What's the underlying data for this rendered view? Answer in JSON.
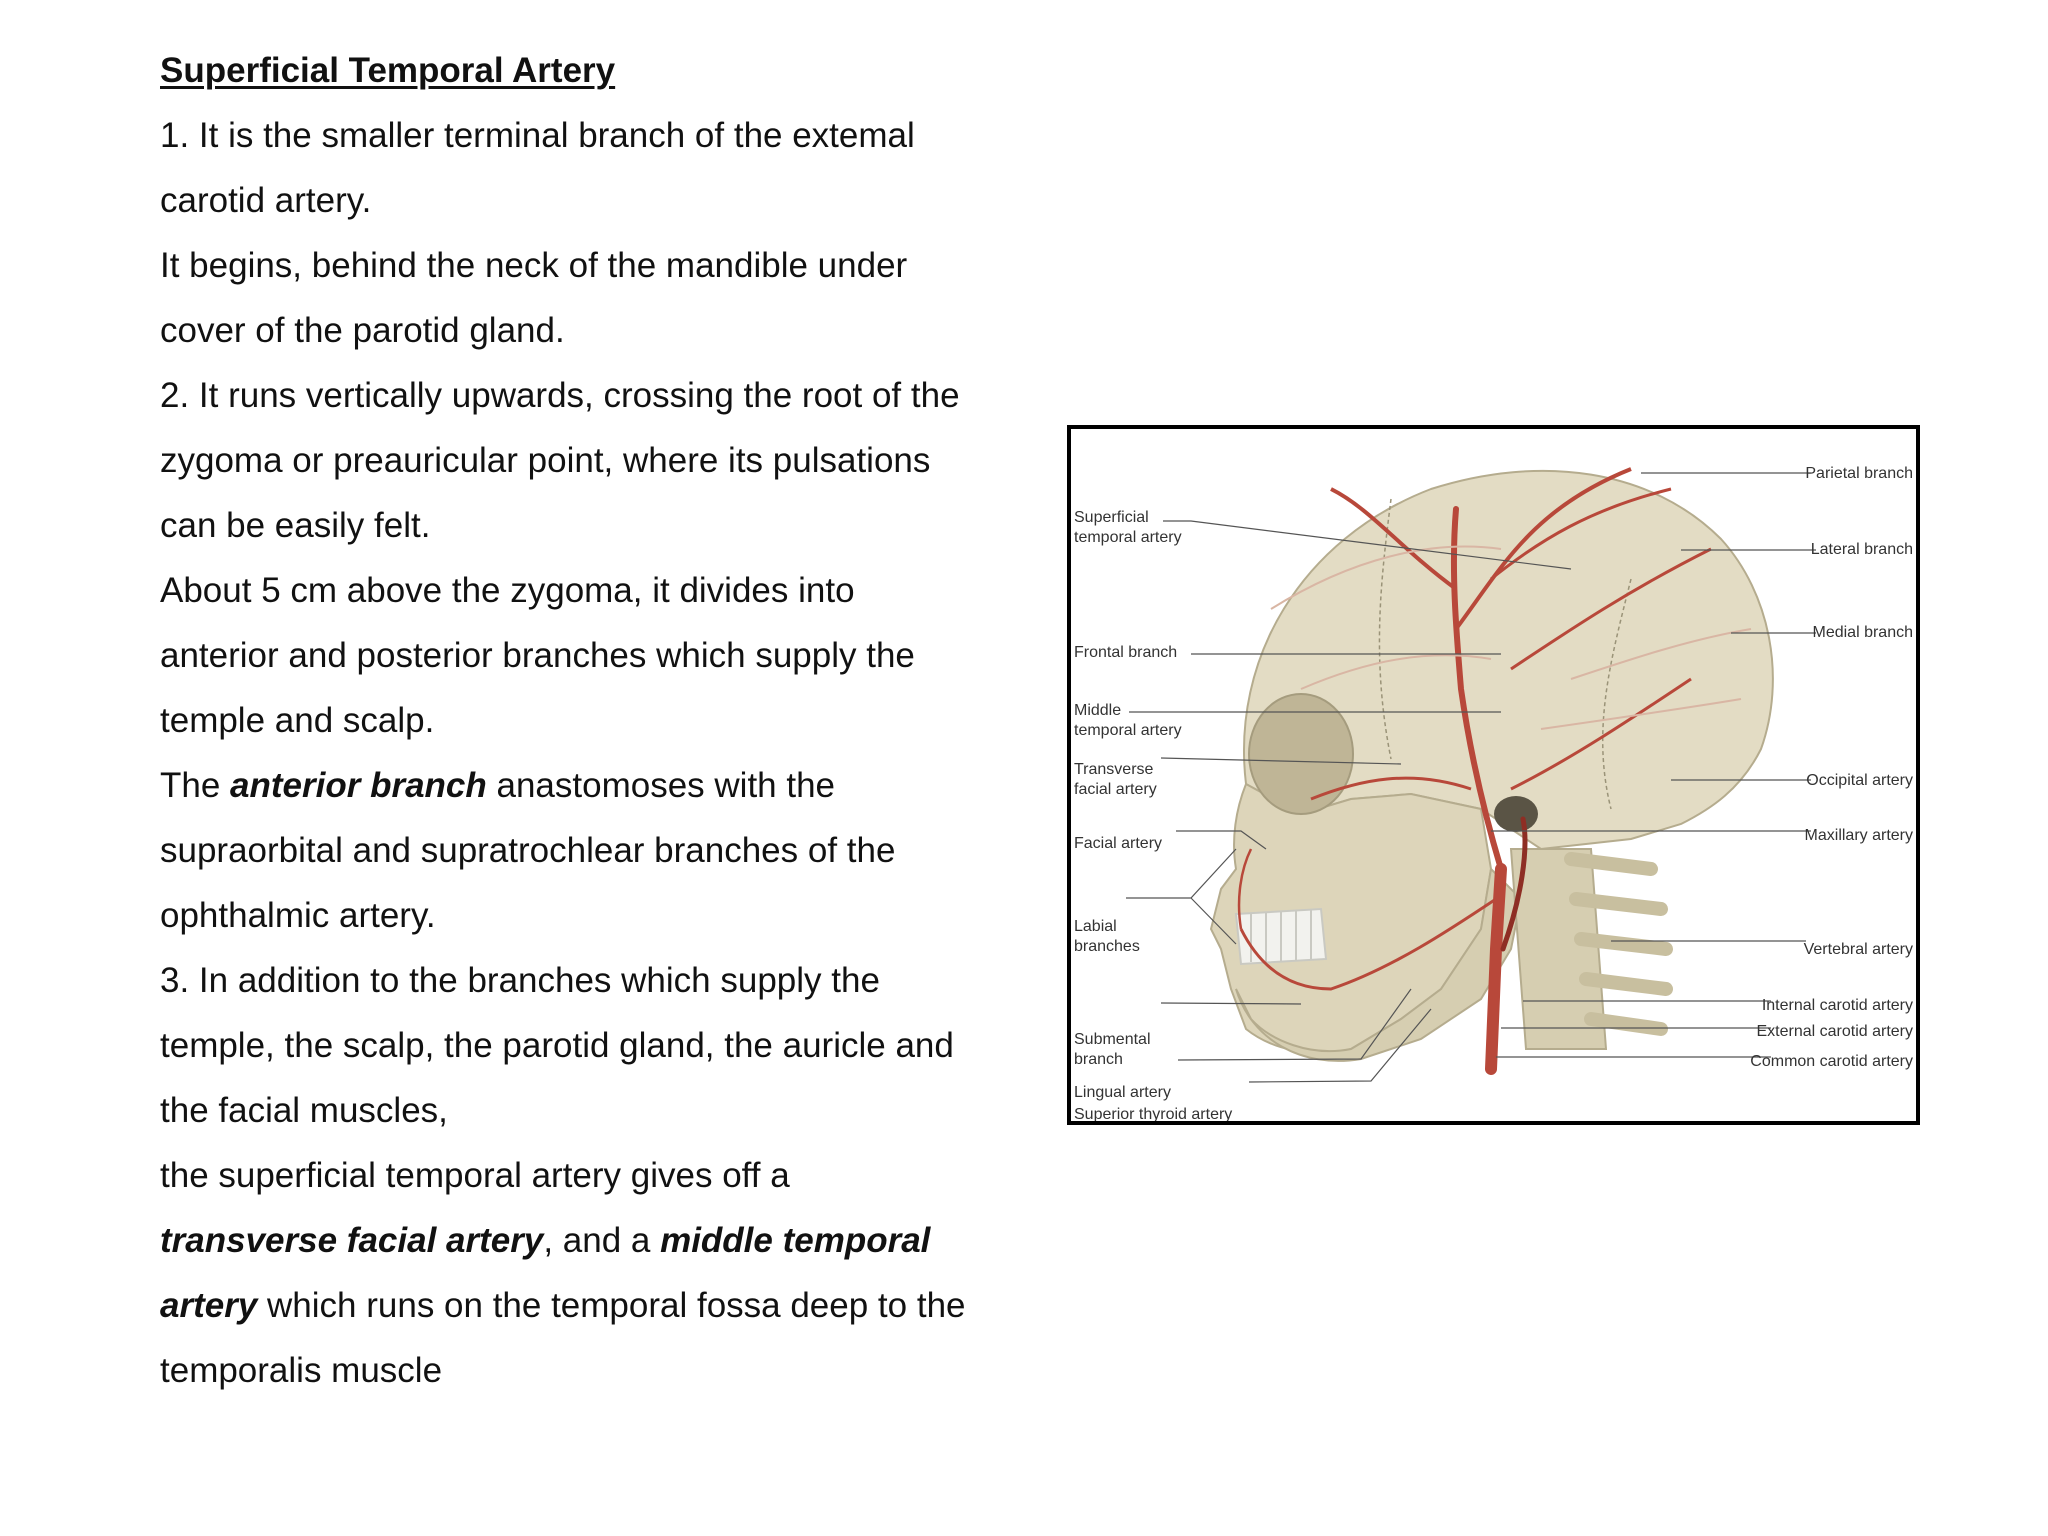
{
  "document": {
    "title": "Superficial Temporal Artery",
    "lines": {
      "l1": "1. It is the smaller terminal branch of the extemal",
      "l2": "carotid artery.",
      "l3": "It begins, behind the neck of the mandible under",
      "l4": "cover of the parotid gland.",
      "l5": "2. It runs vertically upwards, crossing the root of the",
      "l6": "zygoma or preauricular point, where its pulsations",
      "l7": "can be easily felt.",
      "l8": "About 5 cm above the zygoma, it divides into",
      "l9": "anterior and posterior branches which supply the",
      "l10": "temple and scalp.",
      "l11_a": "The ",
      "l11_b": "anterior branch",
      "l11_c": " anastomoses with the",
      "l12": "supraorbital and supratrochlear branches of the",
      "l13": "ophthalmic artery.",
      "l14": "3. In addition to the branches which supply the",
      "l15": "temple, the scalp, the parotid gland, the auricle and",
      "l16": "the facial muscles,",
      "l17": "the superficial temporal artery gives off a",
      "l18_a": "transverse facial artery",
      "l18_b": ", and a ",
      "l18_c": "middle temporal",
      "l19_a": "artery",
      "l19_b": " which runs on the temporal fossa deep to the",
      "l20": "temporalis muscle"
    }
  },
  "figure": {
    "left_labels": {
      "superficial_temporal_1": "Superficial",
      "superficial_temporal_2": "temporal artery",
      "frontal_branch": "Frontal branch",
      "middle_temporal_1": "Middle",
      "middle_temporal_2": "temporal artery",
      "transverse_facial_1": "Transverse",
      "transverse_facial_2": "facial artery",
      "facial_artery": "Facial artery",
      "labial_1": "Labial",
      "labial_2": "branches",
      "submental_1": "Submental",
      "submental_2": "branch",
      "lingual": "Lingual artery",
      "superior_thyroid": "Superior thyroid artery"
    },
    "right_labels": {
      "parietal": "Parietal branch",
      "lateral": "Lateral branch",
      "medial": "Medial branch",
      "occipital": "Occipital artery",
      "maxillary": "Maxillary artery",
      "vertebral": "Vertebral artery",
      "internal_carotid": "Internal carotid artery",
      "external_carotid": "External carotid artery",
      "common_carotid": "Common carotid artery"
    },
    "colors": {
      "bone": "#e3dcc4",
      "bone_shadow": "#c8bf9f",
      "artery": "#b8483a",
      "artery_dark": "#8e2e24",
      "suture": "#9a9378",
      "leader": "#555555"
    }
  }
}
